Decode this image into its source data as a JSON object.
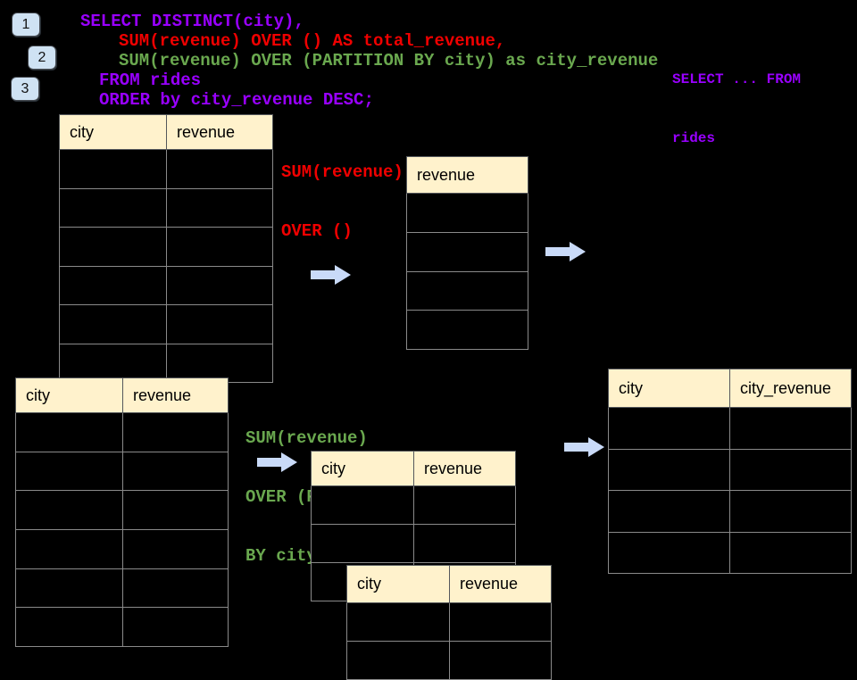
{
  "colors": {
    "background": "#000000",
    "sql_purple": "#9900ff",
    "sql_red": "#f00000",
    "sql_green": "#6aa84f",
    "table_header_bg": "#fff2cc",
    "table_border": "#8a8a8a",
    "arrow_fill": "#c9daf8",
    "badge_bg": "#cfe2f3"
  },
  "badges": [
    {
      "label": "1"
    },
    {
      "label": "2"
    },
    {
      "label": "3"
    }
  ],
  "code": {
    "lines": [
      {
        "text": "SELECT DISTINCT(city),",
        "color": "purple"
      },
      {
        "text": "SUM(revenue) OVER () AS total_revenue,",
        "color": "red"
      },
      {
        "text": "SUM(revenue) OVER (PARTITION BY city) as city_revenue",
        "color": "green"
      },
      {
        "text": "FROM rides",
        "color": "purple"
      },
      {
        "text": "ORDER by city_revenue DESC;",
        "color": "purple"
      }
    ]
  },
  "side_note": {
    "line1": "SELECT ... FROM",
    "line2": "rides"
  },
  "annotations": {
    "total": {
      "line1": "SUM(revenue)",
      "line2": "OVER ()"
    },
    "partition": {
      "line1": "SUM(revenue)",
      "line2": "OVER (PARTITION",
      "line3": "BY city)"
    }
  },
  "tables": {
    "source_top": {
      "headers": [
        "city",
        "revenue"
      ],
      "empty_row_count": 6
    },
    "total_result": {
      "headers": [
        "revenue"
      ],
      "empty_row_count": 4
    },
    "source_bottom": {
      "headers": [
        "city",
        "revenue"
      ],
      "empty_row_count": 6
    },
    "partition_a": {
      "headers": [
        "city",
        "revenue"
      ],
      "empty_row_count": 3
    },
    "partition_b": {
      "headers": [
        "city",
        "revenue"
      ],
      "empty_row_count": 2
    },
    "city_result": {
      "headers": [
        "city",
        "city_revenue"
      ],
      "empty_row_count": 4
    }
  }
}
